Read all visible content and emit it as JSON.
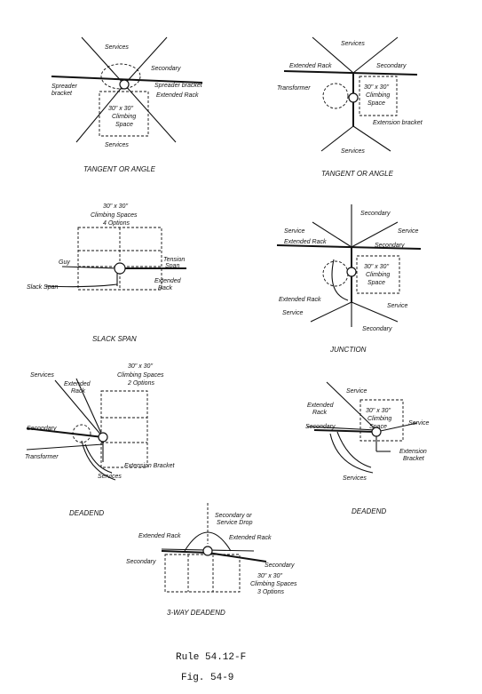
{
  "panels": {
    "p1": {
      "caption": "TANGENT OR ANGLE",
      "labels": {
        "services_top": "Services",
        "secondary": "Secondary",
        "spreader": "Spreader",
        "bracket": "bracket",
        "spreader_bracket": "Spreader bracket",
        "extended_rack": "Extended Rack",
        "climb1": "30\" x 30\"",
        "climb2": "Climbing",
        "climb3": "Space",
        "services_bottom": "Services"
      }
    },
    "p2": {
      "caption": "TANGENT OR ANGLE",
      "labels": {
        "services_top": "Services",
        "extended_rack": "Extended Rack",
        "secondary": "Secondary",
        "transformer": "Transformer",
        "climb1": "30\" x 30\"",
        "climb2": "Climbing",
        "climb3": "Space",
        "extension_bracket": "Extension bracket",
        "services_bottom": "Services"
      }
    },
    "p3": {
      "caption": "SLACK SPAN",
      "labels": {
        "climb1": "30\" x 30\"",
        "climb2": "Climbing Spaces",
        "climb3": "4 Options",
        "guy": "Guy",
        "tension1": "Tension",
        "tension2": "Span",
        "slack_span": "Slack Span",
        "extended": "Extended",
        "rack": "Rack"
      }
    },
    "p4": {
      "caption": "JUNCTION",
      "labels": {
        "secondary_top": "Secondary",
        "service_left": "Service",
        "service_right": "Service",
        "extended_rack_top": "Extended Rack",
        "secondary_mid": "Secondary",
        "climb1": "30\" x 30\"",
        "climb2": "Climbing",
        "climb3": "Space",
        "extended_rack_bottom": "Extended Rack",
        "service_bl": "Service",
        "service_br": "Service",
        "secondary_bottom": "Secondary"
      }
    },
    "p5": {
      "caption": "DEADEND",
      "labels": {
        "climb1": "30\" x 30\"",
        "climb2": "Climbing Spaces",
        "climb3": "2 Options",
        "services_top": "Services",
        "extended": "Extended",
        "rack": "Rack",
        "secondary": "Secondary",
        "transformer": "Transformer",
        "extension_bracket": "Extension Bracket",
        "services_bottom": "Services"
      }
    },
    "p6": {
      "caption": "DEADEND",
      "labels": {
        "service_top": "Service",
        "extended": "Extended",
        "rack": "Rack",
        "secondary": "Secondary",
        "climb1": "30\" x 30\"",
        "climb2": "Climbing",
        "climb3": "Space",
        "service_right": "Service",
        "extension": "Extension",
        "bracket": "Bracket",
        "services_bottom": "Services"
      }
    },
    "p7": {
      "caption": "3-WAY DEADEND",
      "labels": {
        "sec_or": "Secondary or",
        "service_drop": "Service Drop",
        "extended_rack_l": "Extended Rack",
        "extended_rack_r": "Extended Rack",
        "secondary_l": "Secondary",
        "secondary_r": "Secondary",
        "climb1": "30\" x 30\"",
        "climb2": "Climbing Spaces",
        "climb3": "3 Options"
      }
    }
  },
  "footer": {
    "rule": "Rule 54.12-F",
    "fig": "Fig. 54-9"
  }
}
